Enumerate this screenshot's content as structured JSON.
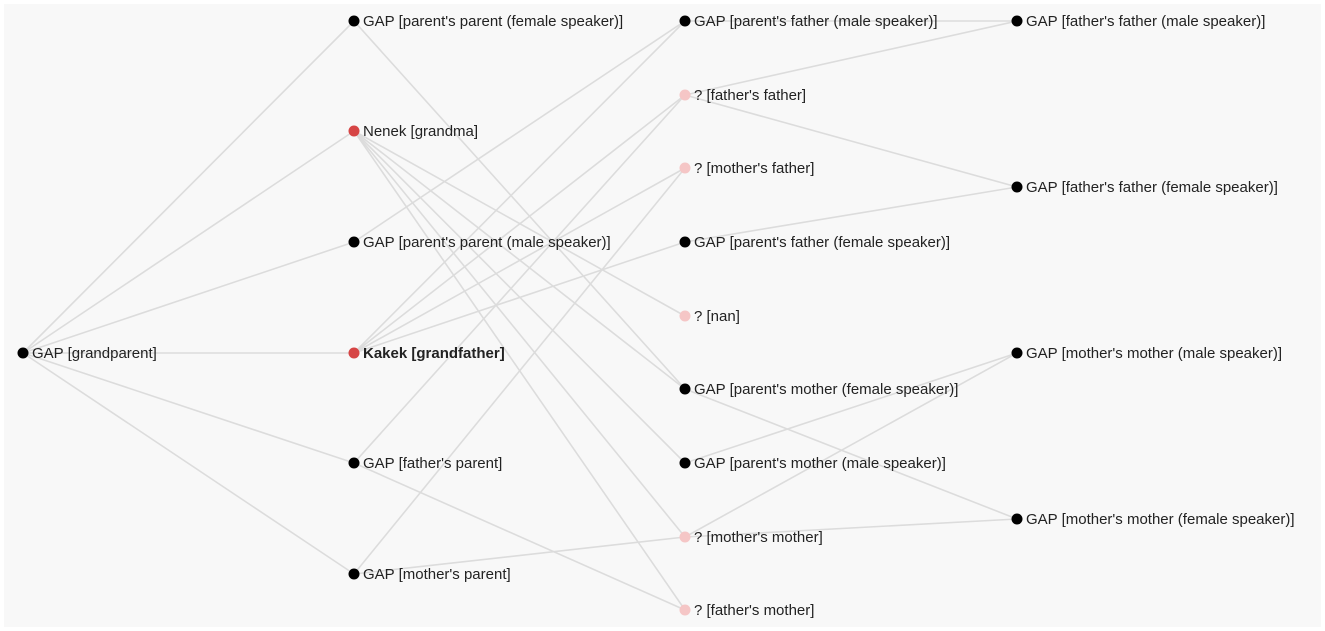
{
  "colors": {
    "background": "#f8f8f8",
    "edge": "#dcdcdc",
    "gap": "#000000",
    "highlight": "#d64545",
    "unknown": "#f5c6c6",
    "text": "#222222"
  },
  "nodes": [
    {
      "id": "gp",
      "label": "GAP [grandparent]",
      "kind": "gap"
    },
    {
      "id": "ppf",
      "label": "GAP [parent's parent (female speaker)]",
      "kind": "gap"
    },
    {
      "id": "nenek",
      "label": "Nenek [grandma]",
      "kind": "highlight"
    },
    {
      "id": "ppm",
      "label": "GAP [parent's parent (male speaker)]",
      "kind": "gap"
    },
    {
      "id": "kakek",
      "label": "Kakek [grandfather]",
      "kind": "highlight",
      "bold": true
    },
    {
      "id": "fp",
      "label": "GAP [father's parent]",
      "kind": "gap"
    },
    {
      "id": "mp",
      "label": "GAP [mother's parent]",
      "kind": "gap"
    },
    {
      "id": "pfm",
      "label": "GAP [parent's father (male speaker)]",
      "kind": "gap"
    },
    {
      "id": "q_ff",
      "label": "? [father's father]",
      "kind": "unknown"
    },
    {
      "id": "q_mf",
      "label": "? [mother's father]",
      "kind": "unknown"
    },
    {
      "id": "pff",
      "label": "GAP [parent's father (female speaker)]",
      "kind": "gap"
    },
    {
      "id": "q_nan",
      "label": "? [nan]",
      "kind": "unknown"
    },
    {
      "id": "pmf",
      "label": "GAP [parent's mother (female speaker)]",
      "kind": "gap"
    },
    {
      "id": "pmm",
      "label": "GAP [parent's mother (male speaker)]",
      "kind": "gap"
    },
    {
      "id": "q_mm",
      "label": "? [mother's mother]",
      "kind": "unknown"
    },
    {
      "id": "q_fm",
      "label": "? [father's mother]",
      "kind": "unknown"
    },
    {
      "id": "ffm",
      "label": "GAP [father's father (male speaker)]",
      "kind": "gap"
    },
    {
      "id": "fff",
      "label": "GAP [father's father (female speaker)]",
      "kind": "gap"
    },
    {
      "id": "mmm",
      "label": "GAP [mother's mother (male speaker)]",
      "kind": "gap"
    },
    {
      "id": "mmf",
      "label": "GAP [mother's mother (female speaker)]",
      "kind": "gap"
    }
  ],
  "edges": [
    [
      "gp",
      "ppf"
    ],
    [
      "gp",
      "nenek"
    ],
    [
      "gp",
      "ppm"
    ],
    [
      "gp",
      "kakek"
    ],
    [
      "gp",
      "fp"
    ],
    [
      "gp",
      "mp"
    ],
    [
      "ppf",
      "pmf"
    ],
    [
      "ppm",
      "pfm"
    ],
    [
      "nenek",
      "pmm"
    ],
    [
      "nenek",
      "pmf"
    ],
    [
      "nenek",
      "q_nan"
    ],
    [
      "nenek",
      "q_mm"
    ],
    [
      "nenek",
      "q_fm"
    ],
    [
      "kakek",
      "pfm"
    ],
    [
      "kakek",
      "q_ff"
    ],
    [
      "kakek",
      "q_mf"
    ],
    [
      "kakek",
      "pff"
    ],
    [
      "fp",
      "q_ff"
    ],
    [
      "fp",
      "q_fm"
    ],
    [
      "mp",
      "q_mf"
    ],
    [
      "mp",
      "q_mm"
    ],
    [
      "pfm",
      "ffm"
    ],
    [
      "q_ff",
      "ffm"
    ],
    [
      "q_ff",
      "fff"
    ],
    [
      "pff",
      "fff"
    ],
    [
      "pmm",
      "mmm"
    ],
    [
      "q_mm",
      "mmm"
    ],
    [
      "q_mm",
      "mmf"
    ],
    [
      "pmf",
      "mmf"
    ]
  ]
}
